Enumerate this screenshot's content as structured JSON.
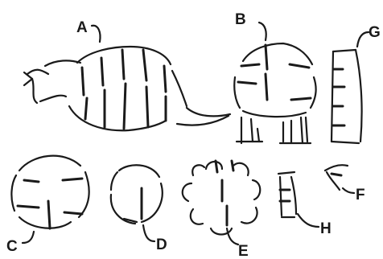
{
  "labels": {
    "a": "A",
    "b": "B",
    "g": "G",
    "c": "C",
    "d": "D",
    "e": "E",
    "h": "H",
    "f": "F"
  },
  "colors": {
    "ink": "#1a1a1a",
    "background": "#ffffff"
  }
}
